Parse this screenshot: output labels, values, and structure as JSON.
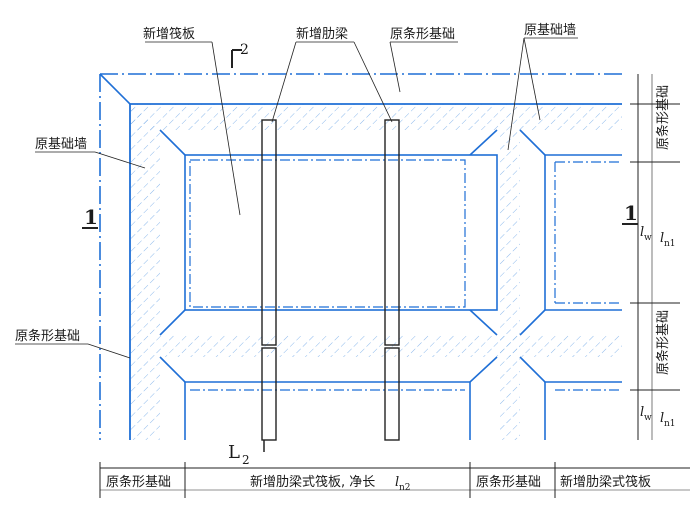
{
  "labels": {
    "new_raft": "新增筏板",
    "new_rib": "新增肋梁",
    "orig_strip_top": "原条形基础",
    "orig_wall_top": "原基础墙",
    "orig_wall_left": "原基础墙",
    "orig_strip_left": "原条形基础",
    "sec_2": "2",
    "sec_1_left": "1",
    "sec_1_right": "1",
    "axis_L2": "L",
    "axis_L2_sub": "2",
    "right_strip_1": "原条形基础",
    "right_ln1_1": "l",
    "right_ln1_1_sub": "n1",
    "right_lw_1": "l",
    "right_lw_1_sub": "w",
    "right_strip_2": "原条形基础",
    "right_ln1_2": "l",
    "right_ln1_2_sub": "n1",
    "right_lw_2": "l",
    "right_lw_2_sub": "w",
    "bottom_strip_1": "原条形基础",
    "bottom_raft_span": "新增肋梁式筏板, 净长",
    "bottom_ln2": "l",
    "bottom_ln2_sub": "n2",
    "bottom_strip_2": "原条形基础",
    "bottom_raft_2": "新增肋梁式筏板"
  },
  "colors": {
    "line": "#1f6fd6",
    "hatch": "#6fa8e8",
    "text": "#1a1a1a"
  }
}
